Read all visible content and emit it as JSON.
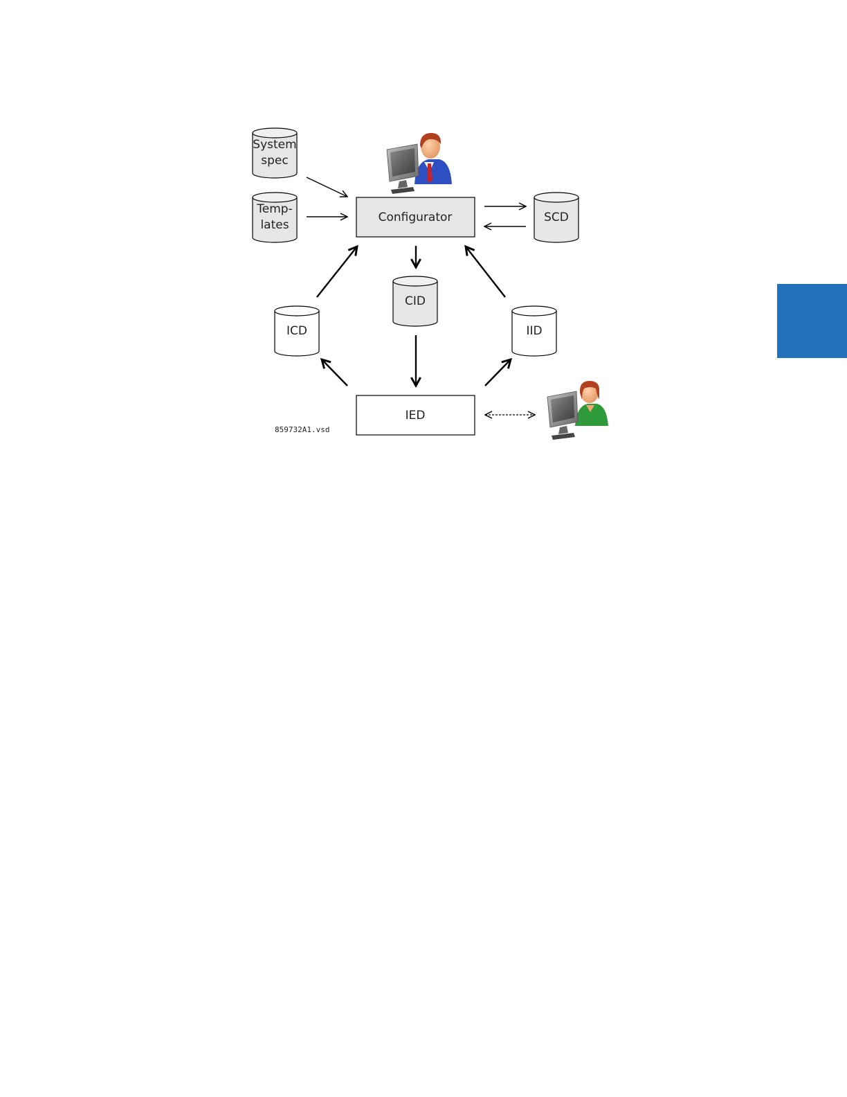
{
  "nodes": {
    "configurator": "Configurator",
    "ied": "IED",
    "scd": "SCD",
    "cid": "CID",
    "icd": "ICD",
    "iid": "IID",
    "system_spec": [
      "System",
      "spec"
    ],
    "templates": [
      "Temp-",
      "lates"
    ]
  },
  "file_label": "859732A1.vsd",
  "icons": {
    "engineer_blue": "person-at-computer-icon",
    "engineer_green": "person-at-computer-icon"
  },
  "colors": {
    "tab": "#2370bd",
    "box_fill": "#e6e6e6",
    "shirt_blue": "#2d4fc2",
    "shirt_green": "#2f9a3a",
    "tie": "#c0262b",
    "hair": "#b0401f",
    "skin": "#f2a774"
  }
}
